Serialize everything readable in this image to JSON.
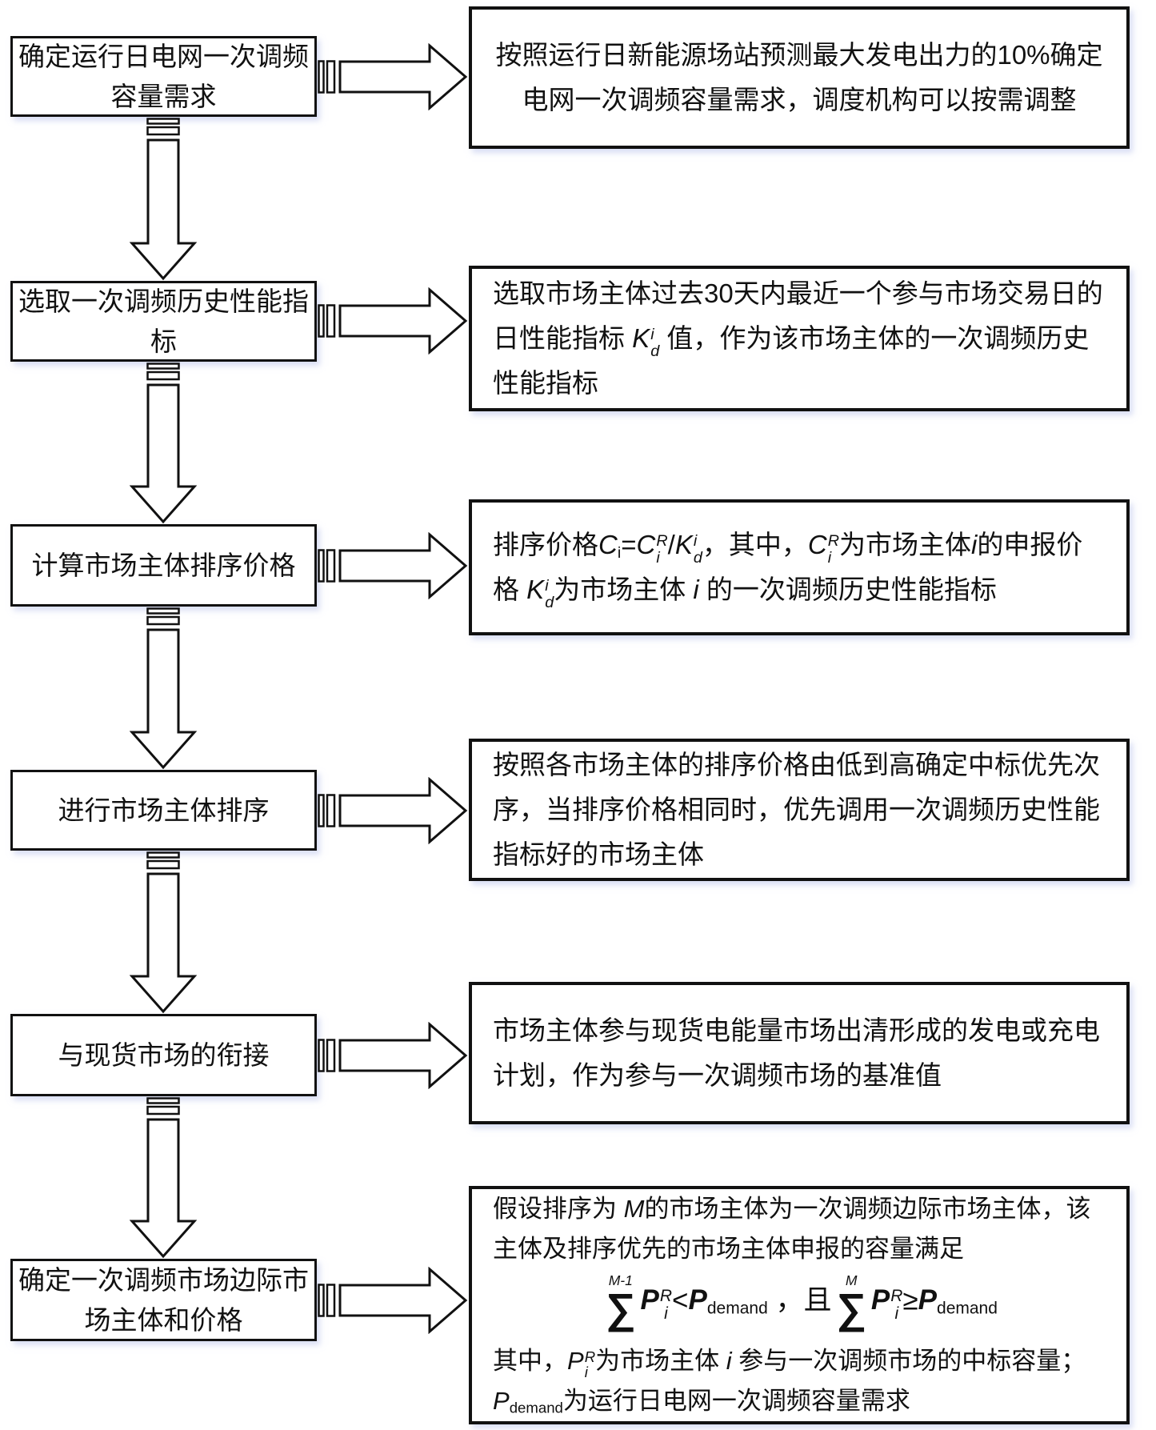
{
  "colors": {
    "line": "#111111",
    "box_fill": "#ffffff",
    "shadow": "#b9c3eb"
  },
  "steps": [
    {
      "label": "确定运行日电网一次调频容量需求",
      "detail": [
        {
          "t": "text",
          "v": "按照运行日新能源场站预测最大发电出力的10%确定电网一次调频容量需求，调度机构可以按需调整"
        }
      ]
    },
    {
      "label": "选取一次调频历史性能指标",
      "detail": [
        {
          "t": "text",
          "v": "选取市场主体过去30天内最近一个参与市场交易日的日性能指标 "
        },
        {
          "t": "var",
          "v": "K",
          "sup": "i",
          "sub": "d"
        },
        {
          "t": "text",
          "v": " 值，作为该市场主体的一次调频历史性能指标"
        }
      ]
    },
    {
      "label": "计算市场主体排序价格",
      "detail": [
        {
          "t": "text",
          "v": "排序价格"
        },
        {
          "t": "var",
          "v": "C",
          "sub2": "i"
        },
        {
          "t": "text",
          "v": "="
        },
        {
          "t": "var",
          "v": "C",
          "sup": "R",
          "sub": "i"
        },
        {
          "t": "text",
          "v": "/"
        },
        {
          "t": "var",
          "v": "K",
          "sup": "i",
          "sub": "d"
        },
        {
          "t": "text",
          "v": "，其中，"
        },
        {
          "t": "var",
          "v": "C",
          "sup": "R",
          "sub": "i"
        },
        {
          "t": "text",
          "v": "为市场主体"
        },
        {
          "t": "var",
          "v": "i"
        },
        {
          "t": "text",
          "v": "的申报价格 "
        },
        {
          "t": "var",
          "v": "K",
          "sup": "i",
          "sub": "d"
        },
        {
          "t": "text",
          "v": "为市场主体 "
        },
        {
          "t": "var",
          "v": "i"
        },
        {
          "t": "text",
          "v": " 的一次调频历史性能指标"
        }
      ]
    },
    {
      "label": "进行市场主体排序",
      "detail": [
        {
          "t": "text",
          "v": "按照各市场主体的排序价格由低到高确定中标优先次序，当排序价格相同时，优先调用一次调频历史性能指标好的市场主体"
        }
      ]
    },
    {
      "label": "与现货市场的衔接",
      "detail": [
        {
          "t": "text",
          "v": "市场主体参与现货电能量市场出清形成的发电或充电计划，作为参与一次调频市场的基准值"
        }
      ]
    },
    {
      "label": "确定一次调频市场边际市场主体和价格",
      "detail": [
        {
          "t": "text",
          "v": "假设排序为 "
        },
        {
          "t": "var",
          "v": "M"
        },
        {
          "t": "text",
          "v": "的市场主体为一次调频边际市场主体，该主体及排序优先的市场主体申报的容量满足"
        },
        {
          "t": "formula",
          "segs": [
            {
              "t": "sum",
              "sup": "M-1"
            },
            {
              "t": "var",
              "v": "P",
              "sup": "R",
              "sub": "i"
            },
            {
              "t": "text",
              "v": "<"
            },
            {
              "t": "var",
              "v": "P",
              "sub2": "demand"
            },
            {
              "t": "text",
              "v": " ，且"
            },
            {
              "t": "sum",
              "sup": "M"
            },
            {
              "t": "var",
              "v": "P",
              "sup": "R",
              "sub": "i"
            },
            {
              "t": "text",
              "v": "≥"
            },
            {
              "t": "var",
              "v": "P",
              "sub2": "demand"
            }
          ]
        },
        {
          "t": "text",
          "v": "其中，"
        },
        {
          "t": "var",
          "v": "P",
          "sup": "R",
          "sub": "i"
        },
        {
          "t": "text",
          "v": "为市场主体 "
        },
        {
          "t": "var",
          "v": "i"
        },
        {
          "t": "text",
          "v": " 参与一次调频市场的中标容量；"
        },
        {
          "t": "var",
          "v": "P",
          "sub2": "demand"
        },
        {
          "t": "text",
          "v": "为运行日电网一次调频容量需求"
        }
      ]
    }
  ]
}
